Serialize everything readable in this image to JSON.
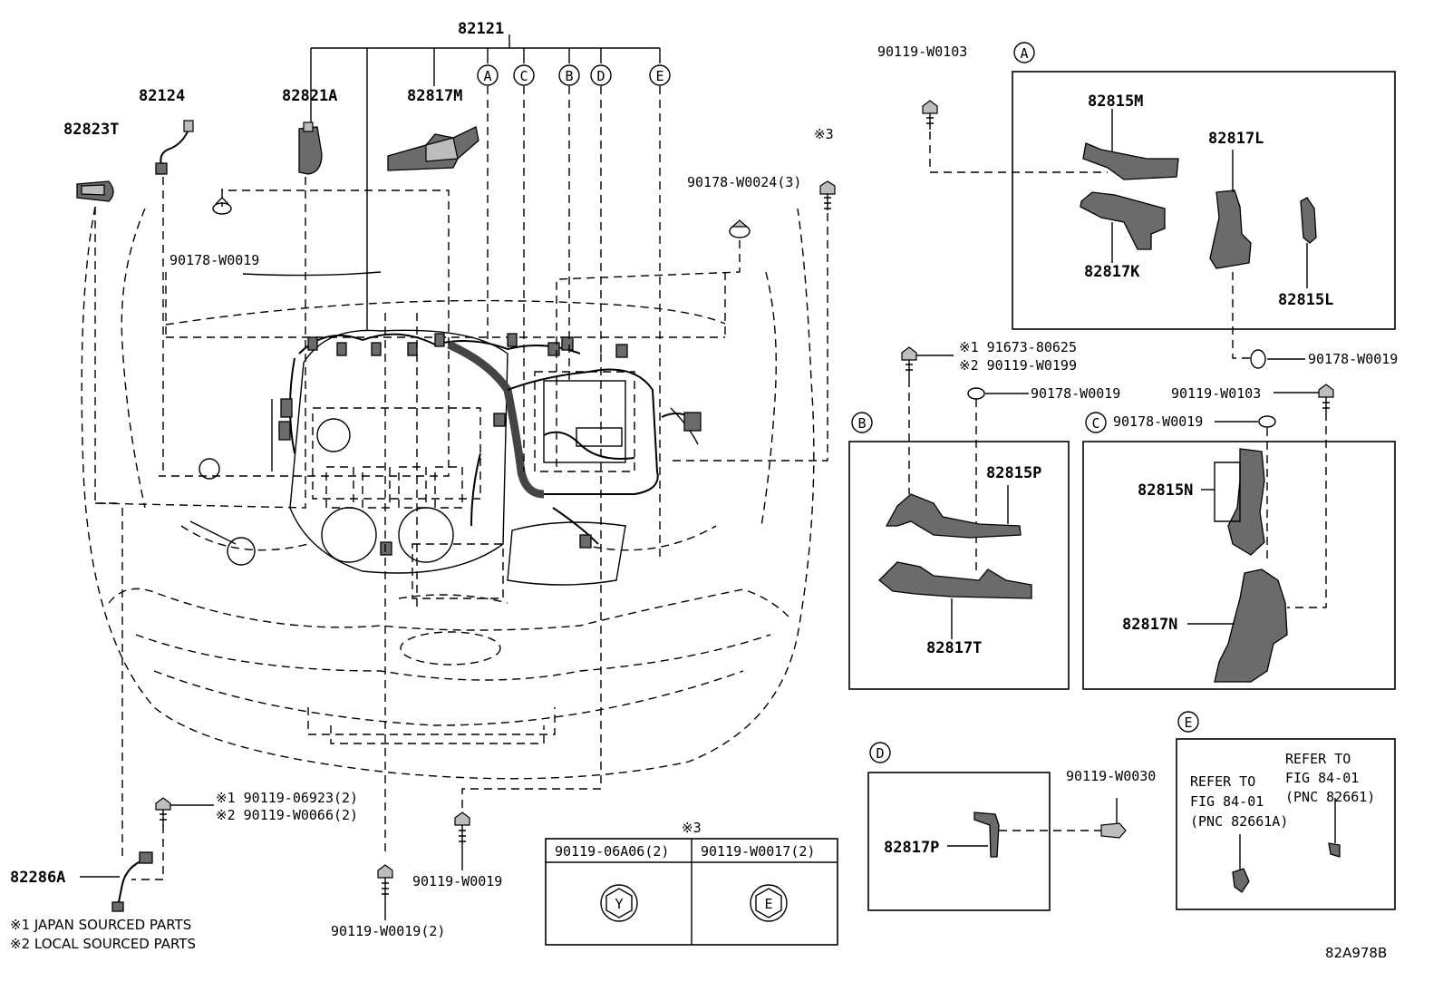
{
  "callouts": {
    "p82121": "82121",
    "p82124": "82124",
    "p82821A": "82821A",
    "p82817M": "82817M",
    "p82823T": "82823T",
    "p90178_W0019_a": "90178-W0019",
    "p90178_W0024": "90178-W0024(3)",
    "note3_top": "※3",
    "p82286A": "82286A",
    "bolt_left_1": "※1 90119-06923(2)",
    "bolt_left_2": "※2 90119-W0066(2)",
    "p90119_W0019_2": "90119-W0019(2)",
    "p90119_W0019": "90119-W0019",
    "p90119_W0103_top": "90119-W0103",
    "p82815M": "82815M",
    "p82817L": "82817L",
    "p82817K": "82817K",
    "p82815L": "82815L",
    "p90178_W0019_A": "90178-W0019",
    "bolt_mid_1": "※1 91673-80625",
    "bolt_mid_2": "※2 90119-W0199",
    "p90178_W0019_B": "90178-W0019",
    "p90119_W0103_C": "90119-W0103",
    "p90178_W0019_C": "90178-W0019",
    "p82815P": "82815P",
    "p82817T": "82817T",
    "p82815N": "82815N",
    "p82817N": "82817N",
    "p82817P": "82817P",
    "p90119_W0030": "90119-W0030",
    "refer1_l1": "REFER TO",
    "refer1_l2": "FIG 84-01",
    "refer1_l3": "(PNC 82661A)",
    "refer2_l1": "REFER TO",
    "refer2_l2": "FIG 84-01",
    "refer2_l3": "(PNC 82661)"
  },
  "section_letters": [
    "A",
    "B",
    "C",
    "D",
    "E"
  ],
  "top_connector_letters": [
    "A",
    "C",
    "B",
    "D",
    "E"
  ],
  "table": {
    "note": "※3",
    "col1_header": "90119-06A06(2)",
    "col2_header": "90119-W0017(2)",
    "col1_mark": "Y",
    "col2_mark": "E"
  },
  "footnotes": {
    "n1": "※1 JAPAN SOURCED PARTS",
    "n2": "※2 LOCAL SOURCED PARTS"
  },
  "diagram_id": "82A978B"
}
